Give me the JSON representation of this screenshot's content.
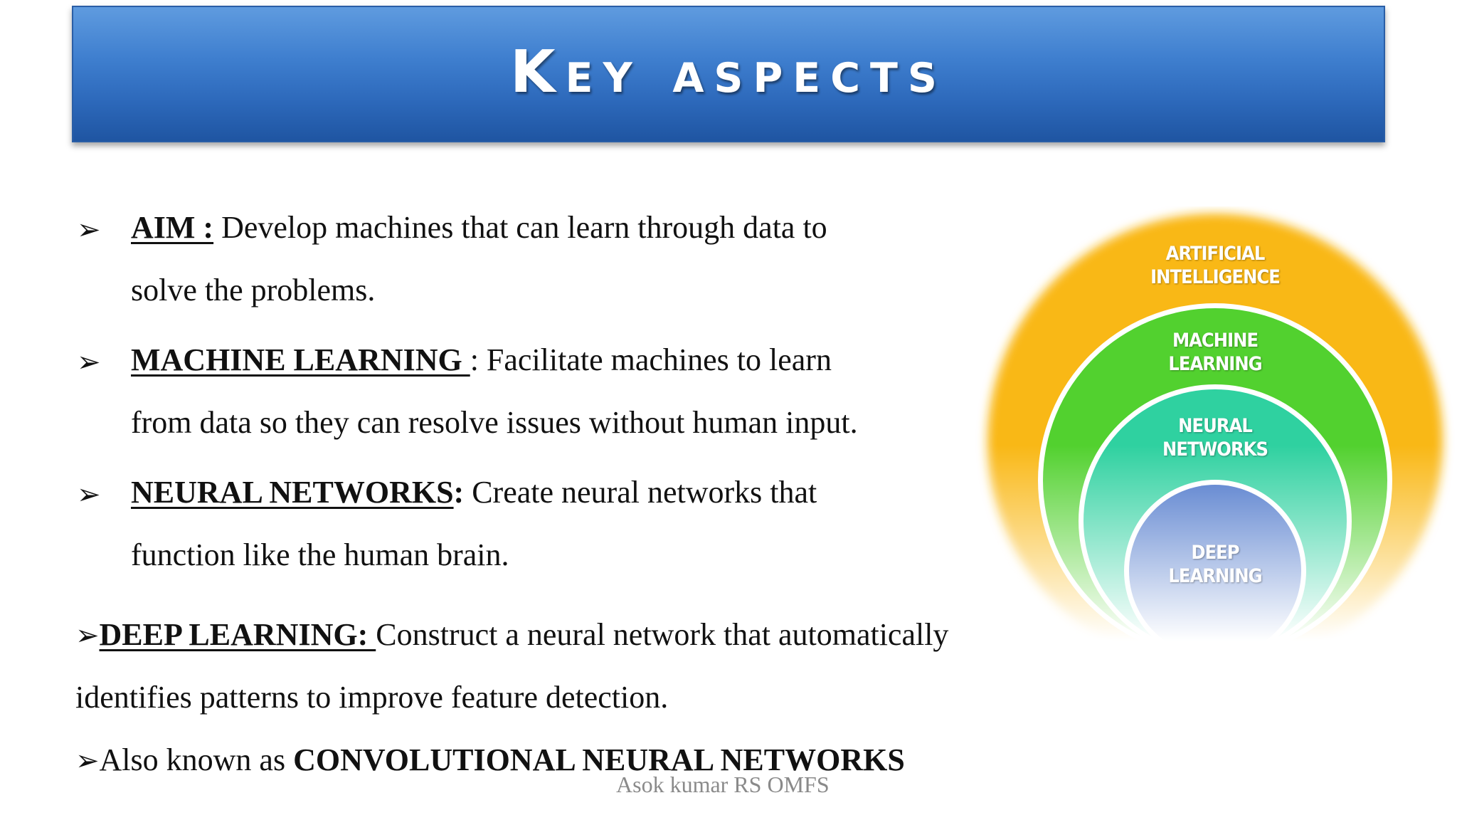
{
  "header": {
    "title": "Key aspects"
  },
  "bullets": [
    {
      "term": "AIM :",
      "line1": " Develop machines that can learn through data  to",
      "line2": "solve the problems."
    },
    {
      "term": "MACHINE LEARNING ",
      "line1": ": Facilitate machines to learn",
      "line2": "from data so they can resolve issues without human input."
    },
    {
      "term": "NEURAL NETWORKS",
      "colon": ":",
      "line1": " Create neural networks that",
      "line2": "function like the human brain."
    },
    {
      "term": "DEEP LEARNING: ",
      "line1": "Construct a neural network that automatically",
      "line2": "identifies patterns to improve feature detection."
    }
  ],
  "also": {
    "prefix": "Also known as ",
    "strong": "CONVOLUTIONAL NEURAL NETWORKS"
  },
  "bullet_glyph": "➢",
  "footer": {
    "author": "Asok kumar RS OMFS"
  },
  "diagram": {
    "rings": [
      {
        "label1": "ARTIFICIAL",
        "label2": "INTELLIGENCE",
        "color": "#f9b814"
      },
      {
        "label1": "MACHINE",
        "label2": "LEARNING",
        "color": "#52d12f"
      },
      {
        "label1": "NEURAL",
        "label2": "NETWORKS",
        "color": "#2fd1a0"
      },
      {
        "label1": "DEEP",
        "label2": "LEARNING",
        "color": "#4470c8"
      }
    ]
  }
}
